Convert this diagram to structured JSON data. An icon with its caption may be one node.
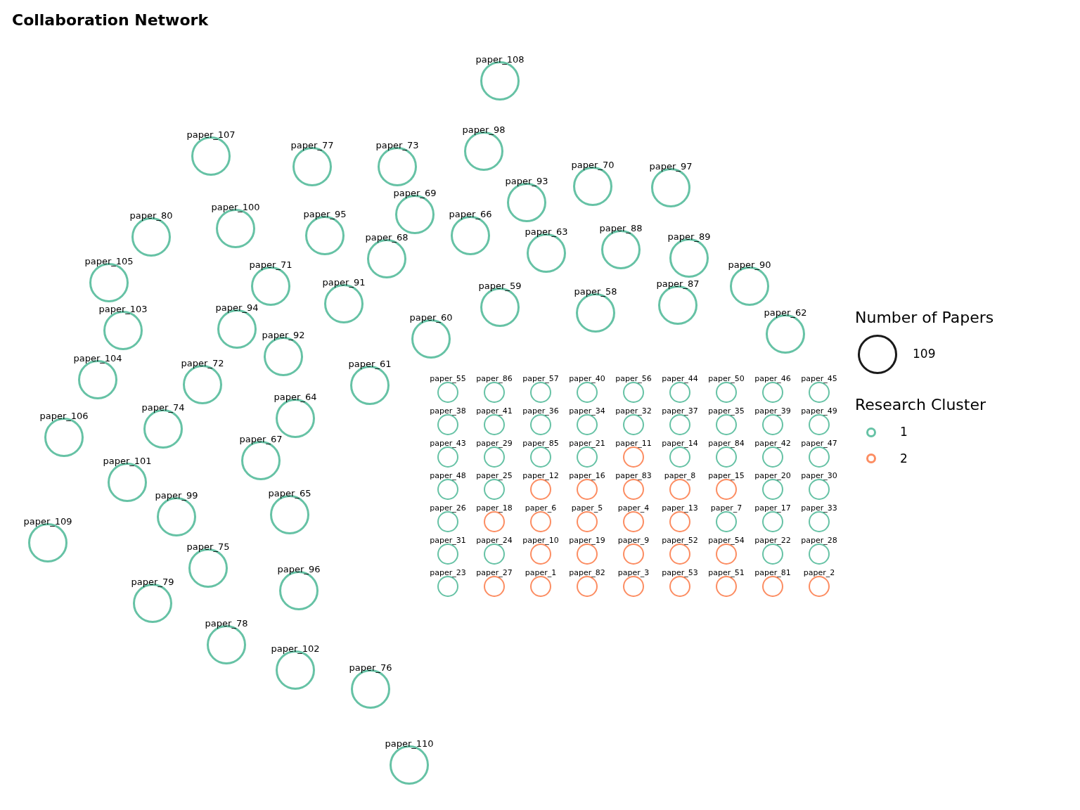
{
  "diagram": {
    "title": "Collaboration Network",
    "nodes": [
      {
        "text": [
          "paper_1"
        ]
      },
      {
        "text": [
          "paper_2"
        ]
      },
      {
        "text": [
          "paper_3"
        ]
      },
      {
        "text": [
          "paper_4"
        ]
      },
      {
        "text": [
          "paper_5"
        ]
      },
      {
        "text": [
          "paper_6"
        ]
      },
      {
        "text": [
          "paper_7"
        ]
      },
      {
        "text": [
          "paper_8"
        ]
      },
      {
        "text": [
          "paper_9"
        ]
      },
      {
        "text": [
          "paper_10"
        ]
      },
      {
        "text": [
          "paper_11"
        ]
      },
      {
        "text": [
          "paper_12"
        ]
      },
      {
        "text": [
          "paper_13"
        ]
      },
      {
        "text": [
          "paper_14"
        ]
      },
      {
        "text": [
          "paper_15"
        ]
      },
      {
        "text": [
          "paper_16"
        ]
      },
      {
        "text": [
          "paper_17"
        ]
      },
      {
        "text": [
          "paper_18"
        ]
      },
      {
        "text": [
          "paper_19"
        ]
      },
      {
        "text": [
          "paper_20"
        ]
      },
      {
        "text": [
          "paper_21"
        ]
      },
      {
        "text": [
          "paper_22"
        ]
      },
      {
        "text": [
          "paper_23"
        ]
      },
      {
        "text": [
          "paper_24"
        ]
      },
      {
        "text": [
          "paper_25"
        ]
      },
      {
        "text": [
          "paper_26"
        ]
      },
      {
        "text": [
          "paper_27"
        ]
      },
      {
        "text": [
          "paper_28"
        ]
      },
      {
        "text": [
          "paper_29"
        ]
      },
      {
        "text": [
          "paper_30"
        ]
      },
      {
        "text": [
          "paper_31"
        ]
      },
      {
        "text": [
          "paper_32"
        ]
      },
      {
        "text": [
          "paper_33"
        ]
      },
      {
        "text": [
          "paper_34"
        ]
      },
      {
        "text": [
          "paper_35"
        ]
      },
      {
        "text": [
          "paper_36"
        ]
      },
      {
        "text": [
          "paper_37"
        ]
      },
      {
        "text": [
          "paper_38"
        ]
      },
      {
        "text": [
          "paper_39"
        ]
      },
      {
        "text": [
          "paper_40"
        ]
      },
      {
        "text": [
          "paper_41"
        ]
      },
      {
        "text": [
          "paper_42"
        ]
      },
      {
        "text": [
          "paper_43"
        ]
      },
      {
        "text": [
          "paper_44"
        ]
      },
      {
        "text": [
          "paper_45"
        ]
      },
      {
        "text": [
          "paper_46"
        ]
      },
      {
        "text": [
          "paper_47"
        ]
      },
      {
        "text": [
          "paper_48"
        ]
      },
      {
        "text": [
          "paper_49"
        ]
      },
      {
        "text": [
          "paper_50"
        ]
      },
      {
        "text": [
          "paper_51"
        ]
      },
      {
        "text": [
          "paper_52"
        ]
      },
      {
        "text": [
          "paper_53"
        ]
      },
      {
        "text": [
          "paper_54"
        ]
      },
      {
        "text": [
          "paper_55"
        ]
      },
      {
        "text": [
          "paper_56"
        ]
      },
      {
        "text": [
          "paper_57"
        ]
      },
      {
        "text": [
          "paper_58"
        ]
      },
      {
        "text": [
          "paper_59"
        ]
      },
      {
        "text": [
          "paper_60"
        ]
      },
      {
        "text": [
          "paper_61"
        ]
      },
      {
        "text": [
          "paper_62"
        ]
      },
      {
        "text": [
          "paper_63"
        ]
      },
      {
        "text": [
          "paper_64"
        ]
      },
      {
        "text": [
          "paper_65"
        ]
      },
      {
        "text": [
          "paper_66"
        ]
      },
      {
        "text": [
          "paper_67"
        ]
      },
      {
        "text": [
          "paper_68"
        ]
      },
      {
        "text": [
          "paper_69"
        ]
      },
      {
        "text": [
          "paper_70"
        ]
      },
      {
        "text": [
          "paper_71"
        ]
      },
      {
        "text": [
          "paper_72"
        ]
      },
      {
        "text": [
          "paper_73"
        ]
      },
      {
        "text": [
          "paper_74"
        ]
      },
      {
        "text": [
          "paper_75"
        ]
      },
      {
        "text": [
          "paper_76"
        ]
      },
      {
        "text": [
          "paper_77"
        ]
      },
      {
        "text": [
          "paper_78"
        ]
      },
      {
        "text": [
          "paper_79"
        ]
      },
      {
        "text": [
          "paper_80"
        ]
      },
      {
        "text": [
          "paper_81"
        ]
      },
      {
        "text": [
          "paper_82"
        ]
      },
      {
        "text": [
          "paper_83"
        ]
      },
      {
        "text": [
          "paper_84"
        ]
      },
      {
        "text": [
          "paper_85"
        ]
      },
      {
        "text": [
          "paper_86"
        ]
      },
      {
        "text": [
          "paper_87"
        ]
      },
      {
        "text": [
          "paper_88"
        ]
      },
      {
        "text": [
          "paper_89"
        ]
      },
      {
        "text": [
          "paper_90"
        ]
      },
      {
        "text": [
          "paper_91"
        ]
      },
      {
        "text": [
          "paper_92"
        ]
      },
      {
        "text": [
          "paper_93"
        ]
      },
      {
        "text": [
          "paper_94"
        ]
      },
      {
        "text": [
          "paper_95"
        ]
      },
      {
        "text": [
          "paper_96"
        ]
      },
      {
        "text": [
          "paper_97"
        ]
      },
      {
        "text": [
          "paper_98"
        ]
      },
      {
        "text": [
          "paper_99"
        ]
      },
      {
        "text": [
          "paper_100"
        ]
      },
      {
        "text": [
          "paper_101"
        ]
      },
      {
        "text": [
          "paper_102"
        ]
      },
      {
        "text": [
          "paper_103"
        ]
      },
      {
        "text": [
          "paper_104"
        ]
      },
      {
        "text": [
          "paper_105"
        ]
      },
      {
        "text": [
          "paper_106"
        ]
      },
      {
        "text": [
          "paper_107"
        ]
      },
      {
        "text": [
          "paper_108"
        ]
      },
      {
        "text": [
          "paper_109"
        ]
      },
      {
        "text": [
          "paper_110"
        ]
      }
    ],
    "labels": [
      "Number of Papers",
      "Research Cluster"
    ],
    "legend": [
      {
        "text": "109"
      },
      {
        "text": "1",
        "color": "#66c2a5"
      },
      {
        "text": "2",
        "color": "#fc8d62"
      }
    ]
  }
}
